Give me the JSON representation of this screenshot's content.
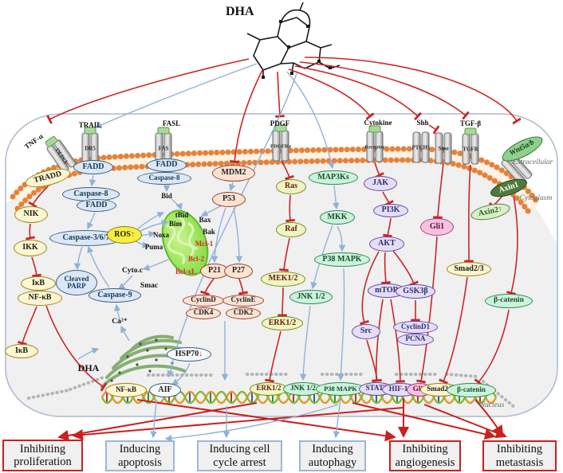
{
  "title": "DHA",
  "labels": {
    "dha_er": "DHA",
    "bid": "Bid",
    "tbid": "tBid",
    "bim": "Bim",
    "noxa": "Noxa",
    "puma": "Puma",
    "bax": "Bax",
    "bak": "Bak",
    "mcl1": "Mcl-1",
    "bcl2": "Bcl-2",
    "bclxl": "Bcl-xL",
    "cytoc": "Cyto.c",
    "smac": "Smac",
    "ca": "Ca²⁺",
    "extracellular": "Extracellular",
    "cytoplasm": "Cytoplasm",
    "nucleus": "Nucleus"
  },
  "ligands": {
    "tnfa": "TNF-α",
    "trail": "TRAIL",
    "fasl": "FASL",
    "pdgf": "PDGF",
    "cytokine": "Cytokine",
    "shh": "Shh",
    "tgfb": "TGF-β"
  },
  "receptors": {
    "tnfr1": "TNFR1",
    "dr5": "DR5",
    "fas": "FAS",
    "pdgfra": "PDGFRα",
    "receptor": "Receptor",
    "ptch1": "PTCH1",
    "smo": "Smo",
    "tgfr": "TGFR"
  },
  "nodes": {
    "tradd": "TRADD",
    "nik": "NIK",
    "ikk": "IKK",
    "ikb": "IκB",
    "nfkb": "NF-κB",
    "ikb2": "IκB",
    "fadd1": "FADD",
    "casp8a": "Caspase-8",
    "faddb": "FADD",
    "casp367": "Caspase-3/6/7",
    "cleaved_parp": "Cleaved PARP",
    "casp9": "Caspase-9",
    "faddc": "FADD",
    "casp8b": "Caspase-8",
    "ros": "ROS",
    "ros_up": "↑",
    "mdm2": "MDM2",
    "p53": "P53",
    "p21": "P21",
    "p27": "P27",
    "cyclind": "CyclinD",
    "cdk4": "CDK4",
    "cycline": "CyclinE",
    "cdk2": "CDK2",
    "ras": "Ras",
    "raf": "Raf",
    "mek12": "MEK1/2",
    "erk12": "ERK1/2",
    "map3ks": "MAP3Ks",
    "mkk": "MKK",
    "p38": "P38 MAPK",
    "jnk12": "JNK 1/2",
    "jak": "JAK",
    "pi3k": "PI3K",
    "akt": "AKT",
    "mtor": "mTOR",
    "gsk3b": "GSK3β",
    "cyclind1": "CyclinD1",
    "pcna": "PCNA",
    "src": "Src",
    "gli1": "Gli1",
    "smad23": "Smad2/3",
    "bcatenin": "β-catenin",
    "wnt5ab": "Wnt5a/b",
    "axin1": "Axin1",
    "axin2": "Axin2",
    "axin2_up": "↑",
    "hsp70": "HSP70",
    "hsp70_down": "↓",
    "aif": "AIF",
    "nfkb_nuc": "NF-κB",
    "erk_nuc": "ERK1/2",
    "jnk_nuc": "JNK 1/2",
    "p38_nuc": "P38 MAPK",
    "stat3": "STAT3",
    "hif1a": "HIF-1α",
    "gli1_nuc": "Gli1",
    "smad23_nuc": "Smad2/3",
    "bcatenin_nuc": "β-catenin"
  },
  "outcomes": [
    {
      "label": "Inhibiting proliferation",
      "type": "inhibit"
    },
    {
      "label": "Inducing apoptosis",
      "type": "induce"
    },
    {
      "label": "Inducing cell cycle arrest",
      "type": "induce"
    },
    {
      "label": "Inducing autophagy",
      "type": "induce"
    },
    {
      "label": "Inhibiting angiogenesis",
      "type": "inhibit"
    },
    {
      "label": "Inhibiting metastasis",
      "type": "inhibit"
    }
  ],
  "colors": {
    "inhibit_line": "#cc2525",
    "activate_line": "#8fb2d6",
    "inhibit_box_border": "#cc1f1f",
    "activate_box_border": "#9ab8d8",
    "membrane": "#e5823a",
    "cell_fill": "#f0f0f1"
  }
}
